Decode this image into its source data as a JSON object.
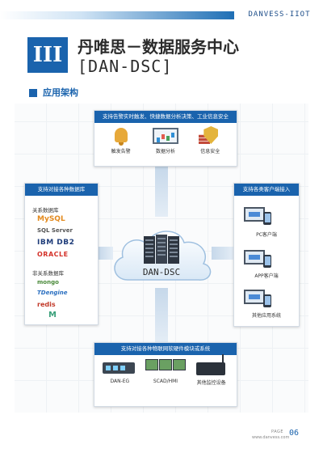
{
  "header": {
    "brand": "DANVESS-IIOT",
    "roman": "III",
    "title_line1": "丹唯思－数据服务中心",
    "title_line2": "[DAN-DSC]"
  },
  "section": {
    "title": "应用架构"
  },
  "diagram": {
    "center_label": "DAN-DSC",
    "top": {
      "header": "支持告警实时触发、快捷数据分析决策、工业信息安全",
      "items": [
        {
          "label": "触发告警",
          "icon": "alarm-bell-icon"
        },
        {
          "label": "数据分析",
          "icon": "data-analysis-icon"
        },
        {
          "label": "信息安全",
          "icon": "security-shield-icon"
        }
      ]
    },
    "left": {
      "header": "支持对接各种数据库",
      "relational_title": "关系数据库",
      "relational_logos": [
        "MySQL",
        "SQL Server",
        "IBM DB2",
        "ORACLE"
      ],
      "nonrelational_title": "非关系数据库",
      "nonrelational_logos": [
        "mongo",
        "TDengine",
        "redis",
        "M"
      ]
    },
    "right": {
      "header": "支持各类客户端接入",
      "items": [
        {
          "label": "PC客户端",
          "icon": "pc-client-icon"
        },
        {
          "label": "APP客户端",
          "icon": "app-client-icon"
        },
        {
          "label": "其他应用系统",
          "icon": "other-system-icon"
        }
      ]
    },
    "bottom": {
      "header": "支持对接各种物联网软硬件模块或系统",
      "items": [
        {
          "label": "DAN-EG",
          "icon": "edge-gateway-icon"
        },
        {
          "label": "SCAD/HMI",
          "icon": "scada-hmi-icon"
        },
        {
          "label": "其他监控设备",
          "icon": "monitoring-device-icon"
        }
      ]
    }
  },
  "footer": {
    "page_label": "PAGE",
    "page_number": "06",
    "url": "www.danvess.com"
  }
}
